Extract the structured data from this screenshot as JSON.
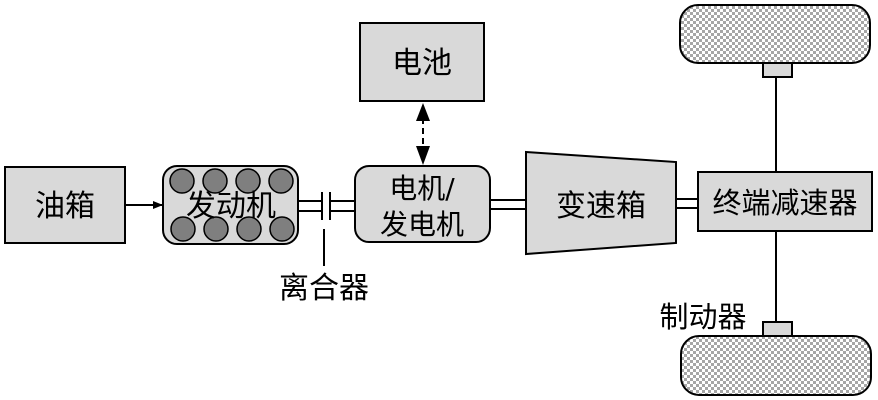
{
  "diagram": {
    "type": "hybrid-powertrain-block-diagram",
    "colors": {
      "box_fill": "#d9d9d9",
      "stroke": "#000000",
      "cylinder_fill": "#7f7f7f",
      "wheel_pattern_a": "#ffffff",
      "wheel_pattern_b": "#a6a6a6",
      "background": "#ffffff"
    },
    "nodes": {
      "fuel_tank": {
        "label": "油箱"
      },
      "engine": {
        "label": "发动机",
        "cylinders": 8
      },
      "clutch": {
        "label": "离合器"
      },
      "battery": {
        "label": "电池"
      },
      "motor_generator": {
        "label_line1": "电机/",
        "label_line2": "发电机"
      },
      "gearbox": {
        "label": "变速箱"
      },
      "final_drive": {
        "label": "终端减速器"
      },
      "brake": {
        "label": "制动器"
      },
      "wheel_top": {
        "label": ""
      },
      "wheel_bottom": {
        "label": ""
      }
    },
    "edges": [
      {
        "from": "fuel_tank",
        "to": "engine",
        "style": "arrow"
      },
      {
        "from": "engine",
        "to": "clutch",
        "style": "shaft"
      },
      {
        "from": "clutch",
        "to": "motor_generator",
        "style": "shaft"
      },
      {
        "from": "battery",
        "to": "motor_generator",
        "style": "dashed-bidirectional-arrow"
      },
      {
        "from": "motor_generator",
        "to": "gearbox",
        "style": "shaft"
      },
      {
        "from": "gearbox",
        "to": "final_drive",
        "style": "shaft"
      },
      {
        "from": "final_drive",
        "to": "wheel_top",
        "style": "axle"
      },
      {
        "from": "final_drive",
        "to": "wheel_bottom",
        "style": "axle"
      }
    ]
  }
}
